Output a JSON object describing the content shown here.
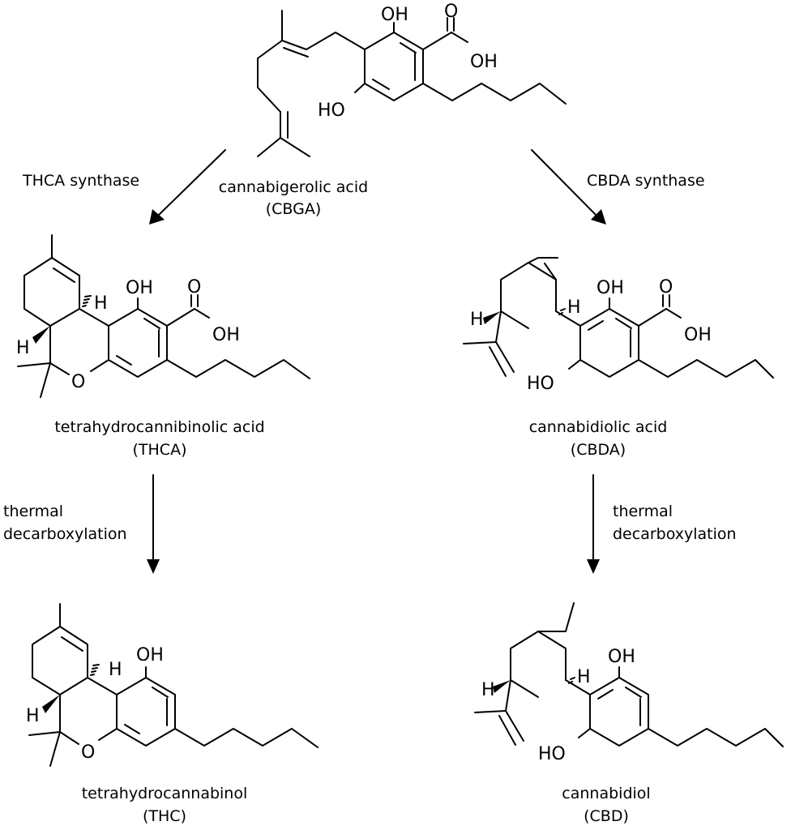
{
  "compounds": {
    "cbga": {
      "name": "cannabigerolic acid",
      "abbr": "(CBGA)"
    },
    "thca": {
      "name": "tetrahydrocannibinolic acid",
      "abbr": "(THCA)"
    },
    "cbda": {
      "name": "cannabidiolic acid",
      "abbr": "(CBDA)"
    },
    "thc": {
      "name": "tetrahydrocannabinol",
      "abbr": "(THC)"
    },
    "cbd": {
      "name": "cannabidiol",
      "abbr": "(CBD)"
    }
  },
  "reactions": {
    "thca_synthase": "THCA synthase",
    "cbda_synthase": "CBDA synthase",
    "decarb_left": {
      "line1": "thermal",
      "line2": "decarboxylation"
    },
    "decarb_right": {
      "line1": "thermal",
      "line2": "decarboxylation"
    }
  },
  "atoms": {
    "oh": "OH",
    "ho": "HO",
    "o": "O",
    "h": "H"
  }
}
